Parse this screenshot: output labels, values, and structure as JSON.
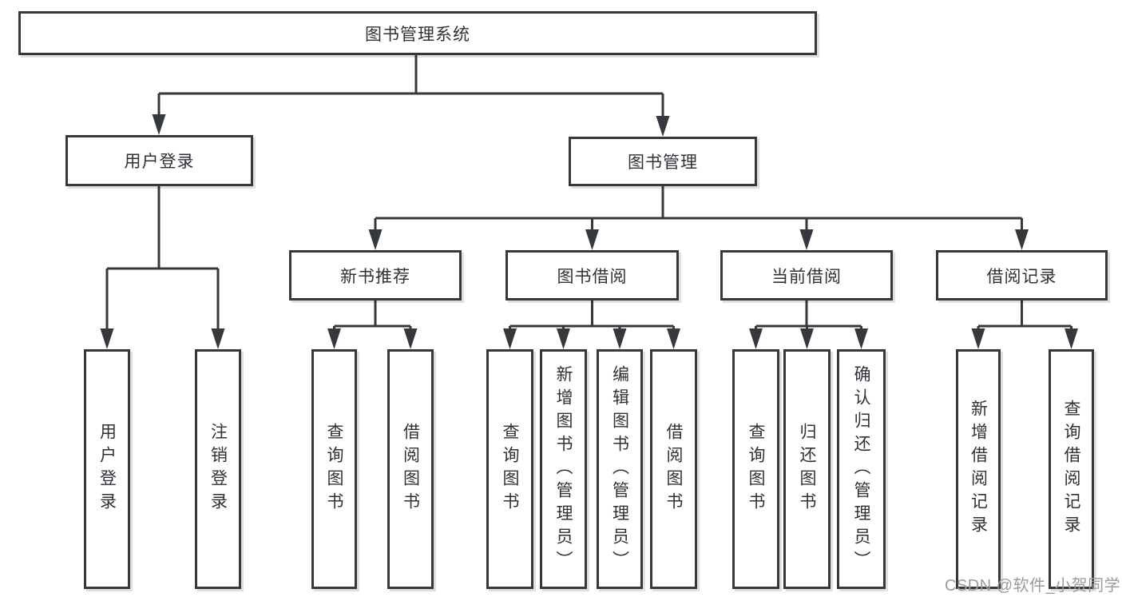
{
  "tree": {
    "label": "图书管理系统",
    "children": [
      {
        "label": "用户登录",
        "children": [
          {
            "label": "用户登录"
          },
          {
            "label": "注销登录"
          }
        ]
      },
      {
        "label": "图书管理",
        "children": [
          {
            "label": "新书推荐",
            "children": [
              {
                "label": "查询图书"
              },
              {
                "label": "借阅图书"
              }
            ]
          },
          {
            "label": "图书借阅",
            "children": [
              {
                "label": "查询图书"
              },
              {
                "label": "新增图书（管理员）"
              },
              {
                "label": "编辑图书（管理员）"
              },
              {
                "label": "借阅图书"
              }
            ]
          },
          {
            "label": "当前借阅",
            "children": [
              {
                "label": "查询图书"
              },
              {
                "label": "归还图书"
              },
              {
                "label": "确认归还（管理员）"
              }
            ]
          },
          {
            "label": "借阅记录",
            "children": [
              {
                "label": "新增借阅记录"
              },
              {
                "label": "查询借阅记录"
              }
            ]
          }
        ]
      }
    ]
  },
  "watermark": {
    "label": "CSDN @软件_小贺同学"
  },
  "colors": {
    "line": "#35393d",
    "box_border": "#35393d",
    "text": "#2e3236",
    "watermark": "#9c9c9c",
    "background": "#ffffff"
  }
}
